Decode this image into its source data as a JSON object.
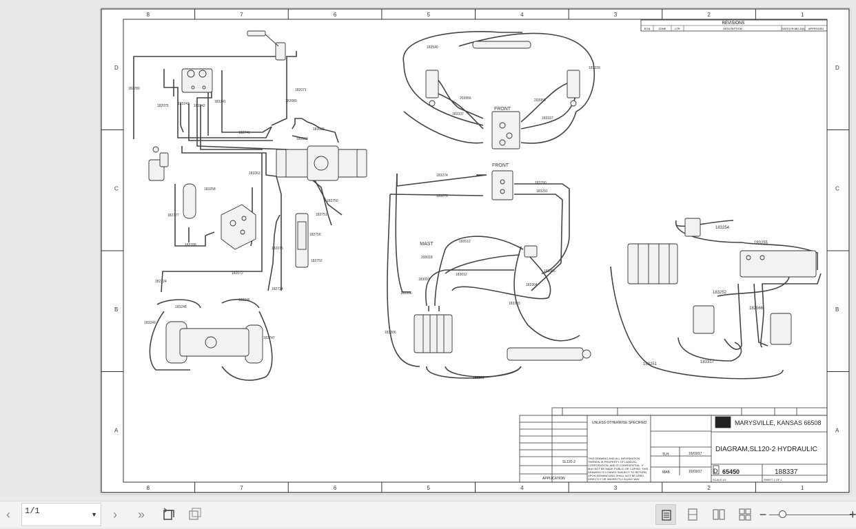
{
  "toolbar": {
    "page_value": "1/1",
    "prev_label": "‹",
    "next_label": "›",
    "last_label": "»",
    "zoom_minus": "−",
    "zoom_plus": "+"
  },
  "drawing": {
    "border_columns": [
      "8",
      "7",
      "6",
      "5",
      "4",
      "3",
      "2",
      "1"
    ],
    "border_rows": [
      "D",
      "C",
      "B",
      "A"
    ],
    "revisions": {
      "title": "REVISIONS",
      "headers": [
        "ECN",
        "ZONE",
        "LTR",
        "DESCRIPTION",
        "DATE(YR-MO-DA)",
        "APPROVED"
      ]
    },
    "annotations": {
      "front_top": "FRONT",
      "front_mid": "FRONT",
      "mast": "MAST"
    },
    "part_labels": [
      "183540",
      "183339",
      "203956",
      "203956",
      "183337",
      "183337",
      "182780",
      "182071",
      "182080",
      "182075",
      "183243",
      "183242",
      "183241",
      "182741",
      "183035",
      "183159",
      "183274",
      "183290",
      "183273",
      "183291",
      "183262",
      "183258",
      "182750",
      "182777",
      "182788",
      "182751",
      "182756",
      "182752",
      "182075",
      "182072",
      "182724",
      "182724",
      "183248",
      "183246",
      "183249",
      "182747",
      "183512",
      "200018",
      "183001",
      "183306",
      "183012",
      "183305",
      "183304",
      "183303",
      "183306",
      "183301",
      "183254",
      "183255",
      "183252",
      "182566",
      "183317",
      "183251"
    ],
    "title_block": {
      "company": "MARYSVILLE, KANSAS  66508",
      "title": "DIAGRAM,SL120-2 HYDRAULIC",
      "drawing_number": "188337",
      "code": "65450",
      "size": "D",
      "date1": "15/03/17",
      "date2": "15/03/17",
      "drawn_by": "TLH",
      "checked_by": "MAB",
      "model": "SL120-2",
      "application": "APPLICATION",
      "unless": "UNLESS OTHERWISE SPECIFIED",
      "sheet": "SHEET  1  OF  1",
      "scale": "SCALE  1/1",
      "note": "THIS DRAWING AND ALL INFORMATION THEREIN IS PROPERTY OF LANDOLL CORPORATION, AND IS CONFIDENTIAL. IT MAY NOT BE MADE PUBLIC OR COPIED. THIS DRAWING IS LOANED SUBJECT TO RETURN UPON DEMAND AND SHALL NOT BE USED DIRECTLY OR INDIRECTLY IN ANY WAY DETRIMENTAL TO OUR INTERESTS."
    }
  }
}
